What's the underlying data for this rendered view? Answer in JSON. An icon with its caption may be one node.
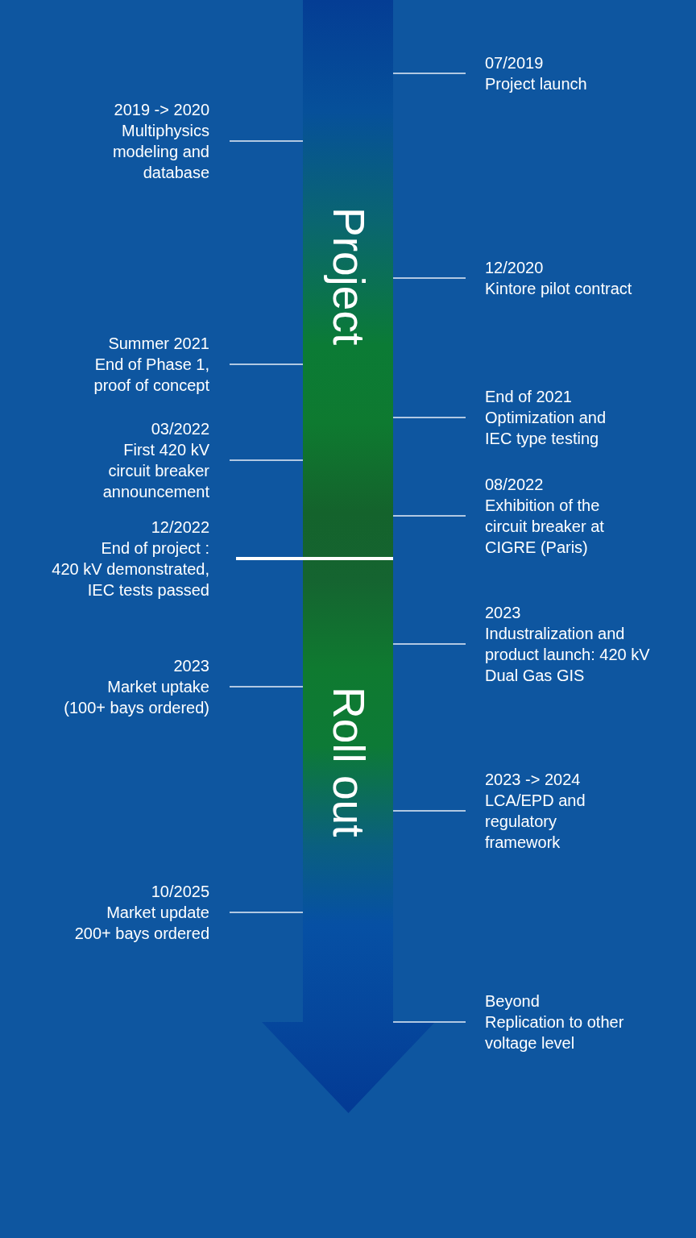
{
  "diagram": {
    "nodes": [
      {
        "text": [
          "Project",
          "Roll out"
        ]
      },
      {
        "text": [
          "07/2019",
          "Project launch"
        ]
      },
      {
        "text": [
          "2019 -> 2020",
          "Multiphysics modeling and database"
        ]
      },
      {
        "text": [
          "12/2020",
          "Kintore pilot contract"
        ]
      },
      {
        "text": [
          "Summer 2021",
          "End of Phase 1, proof of concept"
        ]
      },
      {
        "text": [
          "End of 2021",
          "Optimization and IEC type testing"
        ]
      },
      {
        "text": [
          "03/2022",
          "First 420 kV circuit breaker announcement"
        ]
      },
      {
        "text": [
          "08/2022",
          "Exhibition of the circuit breaker at CIGRE (Paris)"
        ]
      },
      {
        "text": [
          "12/2022",
          "End of project :",
          "420 kV demonstrated, IEC tests passed"
        ]
      },
      {
        "text": [
          "2023",
          "Industralization and product launch: 420 kV Dual Gas GIS"
        ]
      },
      {
        "text": [
          "2023",
          "Market uptake (100+ bays ordered)"
        ]
      },
      {
        "text": [
          "2023 -> 2024",
          "LCA/EPD and regulatory framework"
        ]
      },
      {
        "text": [
          "10/2025",
          "Market update 200+ bays ordered"
        ]
      },
      {
        "text": [
          "Beyond",
          "Replication to other voltage level"
        ]
      }
    ],
    "edges": [
      {
        "from": 1,
        "to": 0,
        "arrow": "none"
      },
      {
        "from": 2,
        "to": 0,
        "arrow": "none"
      },
      {
        "from": 3,
        "to": 0,
        "arrow": "none"
      },
      {
        "from": 4,
        "to": 0,
        "arrow": "none"
      },
      {
        "from": 5,
        "to": 0,
        "arrow": "none"
      },
      {
        "from": 6,
        "to": 0,
        "arrow": "none"
      },
      {
        "from": 7,
        "to": 0,
        "arrow": "none"
      },
      {
        "from": 8,
        "to": 0,
        "arrow": "none",
        "style": "thick"
      },
      {
        "from": 9,
        "to": 0,
        "arrow": "none"
      },
      {
        "from": 10,
        "to": 0,
        "arrow": "none"
      },
      {
        "from": 11,
        "to": 0,
        "arrow": "none"
      },
      {
        "from": 12,
        "to": 0,
        "arrow": "none"
      },
      {
        "from": 13,
        "to": 0,
        "arrow": "none"
      }
    ]
  }
}
